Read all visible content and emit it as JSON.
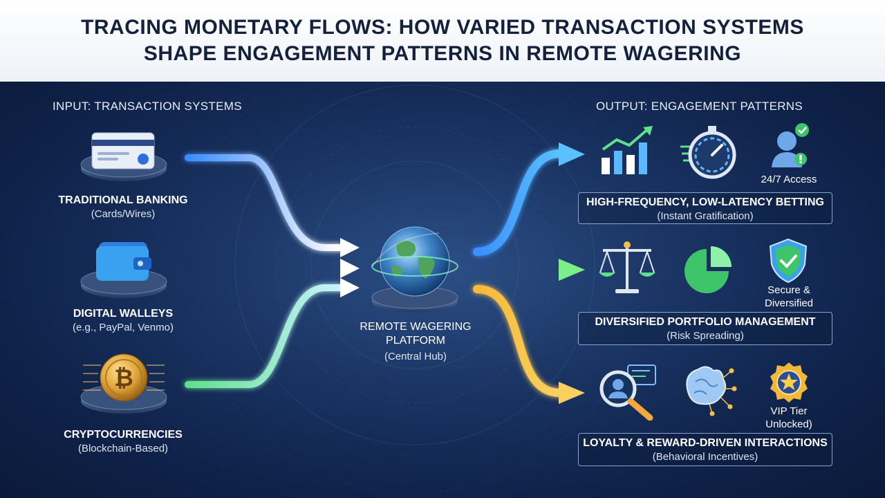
{
  "title": {
    "line1": "TRACING MONETARY FLOWS: HOW VARIED TRANSACTION SYSTEMS",
    "line2": "SHAPE ENGAGEMENT PATTERNS IN REMOTE WAGERING"
  },
  "input": {
    "heading": "INPUT: TRANSACTION SYSTEMS",
    "sources": [
      {
        "name": "TRADITIONAL BANKING",
        "detail": "(Cards/Wires)",
        "icon": "credit-card-icon"
      },
      {
        "name": "DIGITAL WALLEYS",
        "detail": "(e.g., PayPal, Venmo)",
        "icon": "wallet-icon"
      },
      {
        "name": "CRYPTOCURRENCIES",
        "detail": "(Blockchain-Based)",
        "icon": "bitcoin-icon"
      }
    ]
  },
  "hub": {
    "line1": "REMOTE WAGERING",
    "line2": "PLATFORM",
    "detail": "(Central Hub)",
    "icon": "globe-icon"
  },
  "output": {
    "heading": "OUTPUT: ENGAGEMENT PATTERNS",
    "patterns": [
      {
        "name": "HIGH-FREQUENCY, LOW-LATENCY BETTING",
        "detail": "(Instant Gratification)",
        "caption": "24/7 Access",
        "icons": [
          "bar-chart-icon",
          "stopwatch-icon",
          "user-check-icon"
        ]
      },
      {
        "name": "DIVERSIFIED PORTFOLIO MANAGEMENT",
        "detail": "(Risk Spreading)",
        "caption_line1": "Secure &",
        "caption_line2": "Diversified",
        "icons": [
          "scales-icon",
          "pie-chart-icon",
          "shield-check-icon"
        ]
      },
      {
        "name": "LOYALTY & REWARD-DRIVEN INTERACTIONS",
        "detail": "(Behavioral Incentives)",
        "caption_line1": "VIP Tier",
        "caption_line2": "Unlocked)",
        "icons": [
          "magnifier-user-icon",
          "brain-network-icon",
          "star-badge-icon"
        ]
      }
    ]
  },
  "colors": {
    "blue_flow": "#4aa8ff",
    "green_flow": "#5fe08a",
    "yellow_flow": "#f6c04a",
    "background": "#142b57"
  }
}
